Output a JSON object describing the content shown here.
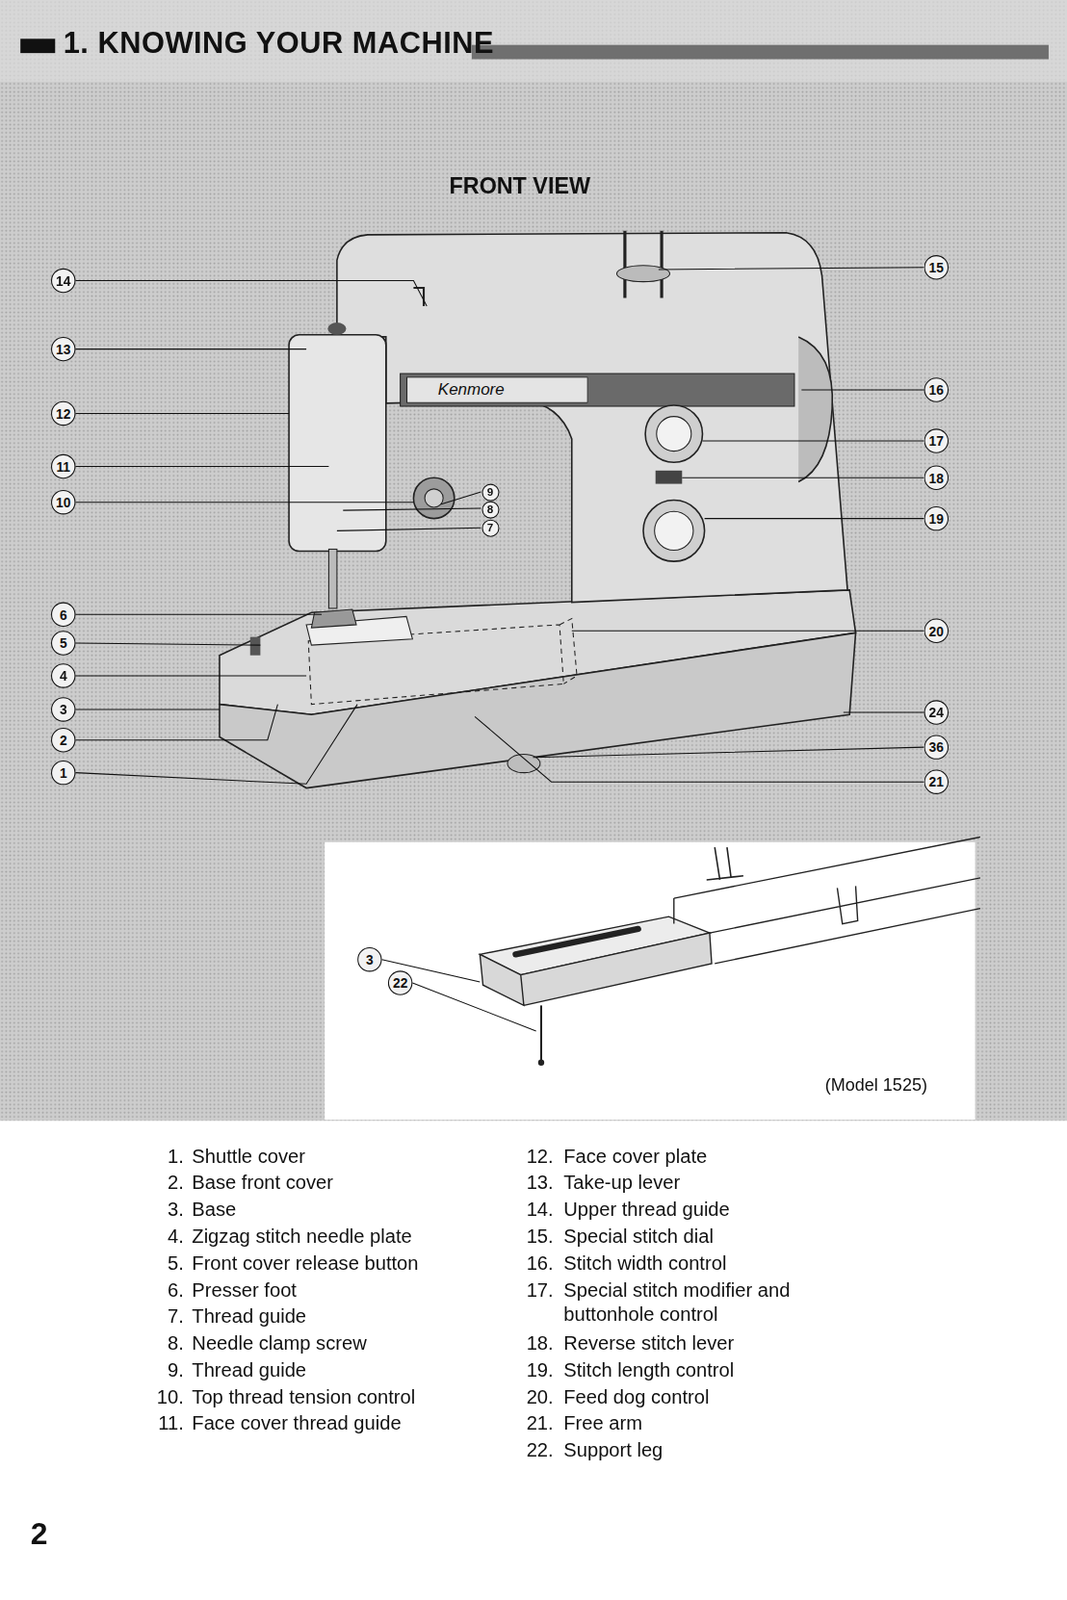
{
  "diagram": {
    "title": "1. KNOWING YOUR MACHINE",
    "nodes": [
      {
        "text": [
          "15"
        ]
      },
      {
        "text": [
          "14"
        ]
      },
      {
        "text": [
          "13"
        ]
      },
      {
        "text": [
          "Kenmore"
        ]
      },
      {
        "text": [
          "16"
        ]
      },
      {
        "text": [
          "12"
        ]
      },
      {
        "text": [
          "17"
        ]
      },
      {
        "text": [
          "11"
        ]
      },
      {
        "text": [
          "18"
        ]
      },
      {
        "text": [
          "9"
        ]
      },
      {
        "text": [
          "10"
        ]
      },
      {
        "text": [
          "8"
        ]
      },
      {
        "text": [
          "19"
        ]
      },
      {
        "text": [
          "7"
        ]
      },
      {
        "text": [
          "6"
        ]
      },
      {
        "text": [
          "20"
        ]
      },
      {
        "text": [
          "5"
        ]
      },
      {
        "text": [
          "4"
        ]
      },
      {
        "text": [
          "3"
        ]
      },
      {
        "text": [
          "24"
        ]
      },
      {
        "text": [
          "2"
        ]
      },
      {
        "text": [
          "36"
        ]
      },
      {
        "text": [
          "1"
        ]
      },
      {
        "text": [
          "21"
        ]
      },
      {
        "text": [
          "3"
        ]
      },
      {
        "text": [
          "22"
        ]
      }
    ],
    "labels": [
      "FRONT VIEW",
      "(Model 1525)",
      "1.",
      "Shuttle cover",
      "2.",
      "Base front cover",
      "3.",
      "Base",
      "4.",
      "Zigzag stitch needle plate",
      "5.",
      "Front cover release button",
      "6.",
      "Presser foot",
      "7.",
      "Thread guide",
      "8.",
      "Needle clamp screw",
      "9.",
      "Thread guide",
      "10.",
      "Top thread tension control",
      "11.",
      "Face cover thread guide",
      "12.",
      "Face cover plate",
      "13.",
      "Take-up lever",
      "14.",
      "Upper thread guide",
      "15.",
      "Special stitch dial",
      "16.",
      "Stitch width control",
      "17.",
      "Special stitch modifier and buttonhole control",
      "18.",
      "Reverse stitch lever",
      "19.",
      "Stitch length control",
      "20.",
      "Feed dog control",
      "21.",
      "Free arm",
      "22.",
      "Support leg",
      "2"
    ]
  }
}
